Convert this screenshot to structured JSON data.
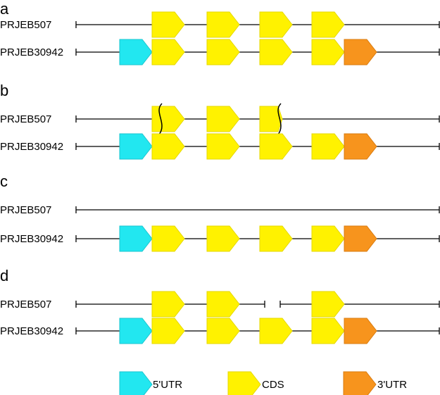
{
  "colors": {
    "utr5": "#22e7f0",
    "cds": "#fff200",
    "utr3": "#f7941d",
    "line": "#000000"
  },
  "panels": [
    {
      "letter": "a",
      "track_labels": [
        "PRJEB507",
        "PRJEB30942"
      ]
    },
    {
      "letter": "b",
      "track_labels": [
        "PRJEB507",
        "PRJEB30942"
      ]
    },
    {
      "letter": "c",
      "track_labels": [
        "PRJEB507",
        "PRJEB30942"
      ]
    },
    {
      "letter": "d",
      "track_labels": [
        "PRJEB507",
        "PRJEB30942"
      ]
    }
  ],
  "legend": {
    "utr5_label": "5'UTR",
    "cds_label": "CDS",
    "utr3_label": "3'UTR"
  }
}
